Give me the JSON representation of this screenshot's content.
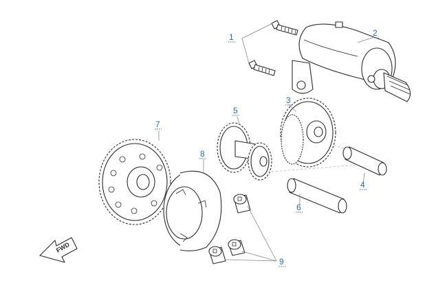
{
  "diagram": {
    "callouts": [
      {
        "id": "1",
        "label": "1"
      },
      {
        "id": "2",
        "label": "2"
      },
      {
        "id": "3",
        "label": "3"
      },
      {
        "id": "4",
        "label": "4"
      },
      {
        "id": "5",
        "label": "5"
      },
      {
        "id": "6",
        "label": "6"
      },
      {
        "id": "7",
        "label": "7"
      },
      {
        "id": "8",
        "label": "8"
      },
      {
        "id": "9",
        "label": "9"
      }
    ],
    "direction_marker": "FWD",
    "accent_color": "#2b6cb0"
  }
}
